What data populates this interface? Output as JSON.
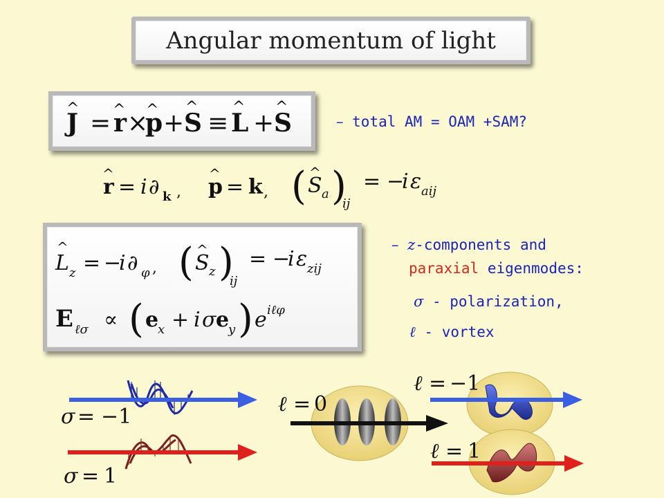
{
  "title": "Angular momentum of light",
  "eq_total": "Ĵ = r̂ × p̂ + Ŝ ≡ L̂ + Ŝ",
  "note_total": {
    "dash": "–",
    "text": "total AM = OAM +SAM?"
  },
  "eq_operators": "r̂ = i∂k ,  p̂ = k ,  (Ŝa)ij = −iεaij",
  "eq_z": "L̂z = −i∂φ ,  (Ŝz)ij = −iεzij",
  "eq_mode": "Eℓσ ∝ (ex + iσey) e^{iℓφ}",
  "note_modes": {
    "dash": "–",
    "z": "z",
    "line1_rest": "-components and",
    "paraxial": "paraxial",
    "eigenmodes": "eigenmodes:",
    "sigma": "σ",
    "polarization": "- polarization,",
    "ell": "ℓ",
    "vortex": "- vortex"
  },
  "figures": {
    "sigma_minus": "σ = −1",
    "sigma_plus": "σ = 1",
    "ell_zero": "ℓ = 0",
    "ell_minus": "ℓ = −1",
    "ell_plus": "ℓ = 1"
  },
  "colors": {
    "background": "#fbf8d2",
    "note_blue": "#1b24b8",
    "note_red": "#d12a1c",
    "beam_blue": "#3a5fe0",
    "beam_red": "#e0201c",
    "ellipse": "#f4e38f"
  }
}
